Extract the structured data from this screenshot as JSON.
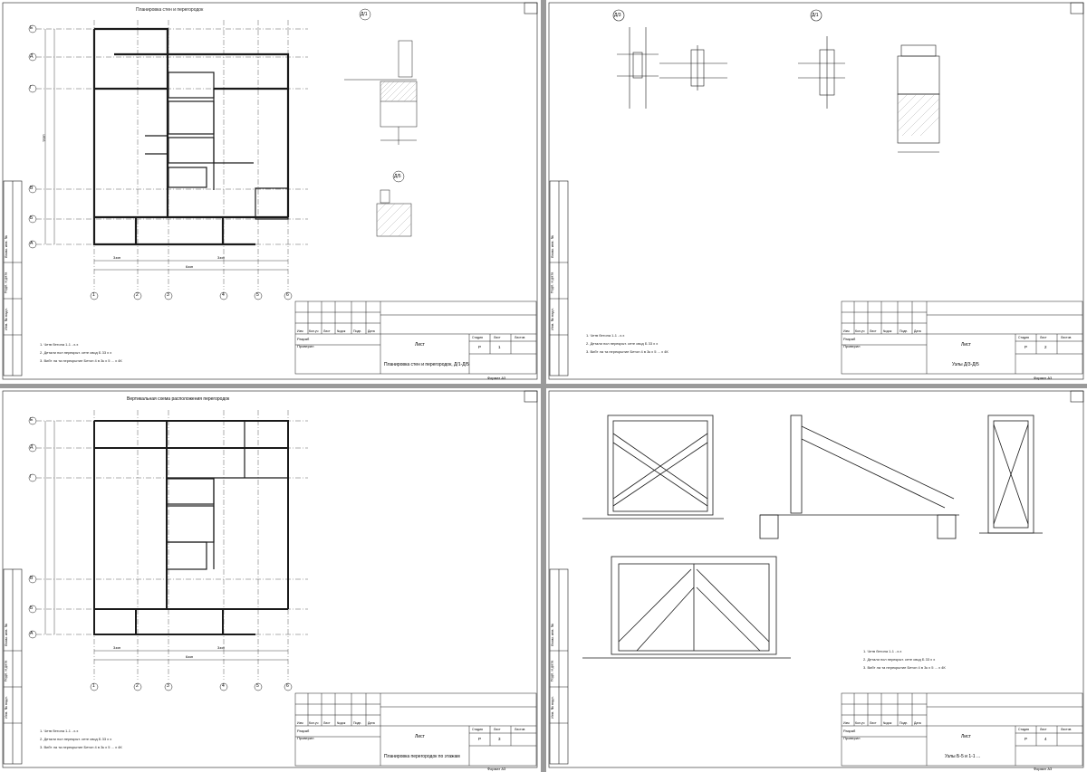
{
  "sheets": [
    {
      "id": "sheet-1",
      "heading": "Планировка стен и перегородок",
      "axes_rows": [
        "Е",
        "Д",
        "Г",
        "В",
        "Б",
        "А"
      ],
      "axes_cols": [
        "1",
        "2",
        "3",
        "4",
        "5",
        "6"
      ],
      "dims": {
        "bottom_a": "3ззп",
        "bottom_b": "3ззп",
        "total": "6ззп",
        "left": "9ззп"
      },
      "detail_marks": [
        "Д/1",
        "Д/5"
      ],
      "notes": [
        "1.  Четв бетона 1-1 ..х.х",
        "2.  Детали пол перекрыт. сете свод Б 33 х х",
        "3.  Вибт ла та перекрытие Бетон 4 в 3к х 5 ... х 4К"
      ],
      "stamp": {
        "rows": [
          "Изм",
          "Кол.уч",
          "Лист",
          "№док",
          "Подп.",
          "Дата"
        ],
        "dev": "Разраб",
        "check": "Проверил",
        "sheet_title": "Лист",
        "plan_title": "Планировка стен и перегородок, Д/1-Д/5",
        "cols": [
          "Стадия",
          "Лист",
          "Листов"
        ],
        "stage": "Р",
        "sheet_no": "1",
        "format": "Формат А3"
      }
    },
    {
      "id": "sheet-2",
      "heading": "",
      "detail_marks": [
        "Д/3",
        "Д/1"
      ],
      "notes": [
        "1.  Четв бетона 1-1 ..х.х",
        "2.  Детали пол перекрыт. сете свод Б 33 х х",
        "3.  Вибт ла та перекрытие Бетон 4 в 3к х 5 ... х 4К"
      ],
      "stamp": {
        "rows": [
          "Изм",
          "Кол.уч",
          "Лист",
          "№док",
          "Подп.",
          "Дата"
        ],
        "dev": "Разраб",
        "check": "Проверил",
        "sheet_title": "Лист",
        "plan_title": "Узлы Д/3-Д/5",
        "cols": [
          "Стадия",
          "Лист",
          "Листов"
        ],
        "stage": "Р",
        "sheet_no": "2",
        "format": "Формат А3"
      }
    },
    {
      "id": "sheet-3",
      "heading": "Вертикальная схема расположения перегородок",
      "axes_rows": [
        "Е",
        "Д",
        "Г",
        "В",
        "Б",
        "А"
      ],
      "axes_cols": [
        "1",
        "2",
        "3",
        "4",
        "5",
        "6"
      ],
      "dims": {
        "bottom_a": "3ззп",
        "bottom_b": "3ззп",
        "total": "6ззп"
      },
      "notes": [
        "1.  Четв бетона 1-1 ..х.х",
        "2.  Детали пол перекрыт. сете свод Б 33 х х",
        "3.  Вибт ла та перекрытие Бетон 4 в 3к х 5 ... х 4К"
      ],
      "stamp": {
        "rows": [
          "Изм",
          "Кол.уч",
          "Лист",
          "№док",
          "Подп.",
          "Дата"
        ],
        "dev": "Разраб",
        "check": "Проверил",
        "sheet_title": "Лист",
        "plan_title": "Планировка перегородок по этажам",
        "cols": [
          "Стадия",
          "Лист",
          "Листов"
        ],
        "stage": "Р",
        "sheet_no": "3",
        "format": "Формат А3"
      }
    },
    {
      "id": "sheet-4",
      "heading": "",
      "notes": [
        "1.  Четв бетона 1-1 ..х.х",
        "2.  Детали пол перекрыт. сете свод Б 33 х х",
        "3.  Вибт ла та перекрытие Бетон 4 в 3к х 5 ... х 4К"
      ],
      "stamp": {
        "rows": [
          "Изм",
          "Кол.уч",
          "Лист",
          "№док",
          "Подп.",
          "Дата"
        ],
        "dev": "Разраб",
        "check": "Проверил",
        "sheet_title": "Лист",
        "plan_title": "Узлы Б-5 и 1-1 ...",
        "cols": [
          "Стадия",
          "Лист",
          "Листов"
        ],
        "stage": "Р",
        "sheet_no": "4",
        "format": "Формат А3"
      }
    }
  ],
  "side_strip": [
    "Взам. инв. №",
    "Подп. и дата",
    "Инв. № подл."
  ],
  "colors": {
    "line": "#1a1a1a",
    "grid": "#333333",
    "hatch": "#666666",
    "gap": "#9a9a9a"
  }
}
